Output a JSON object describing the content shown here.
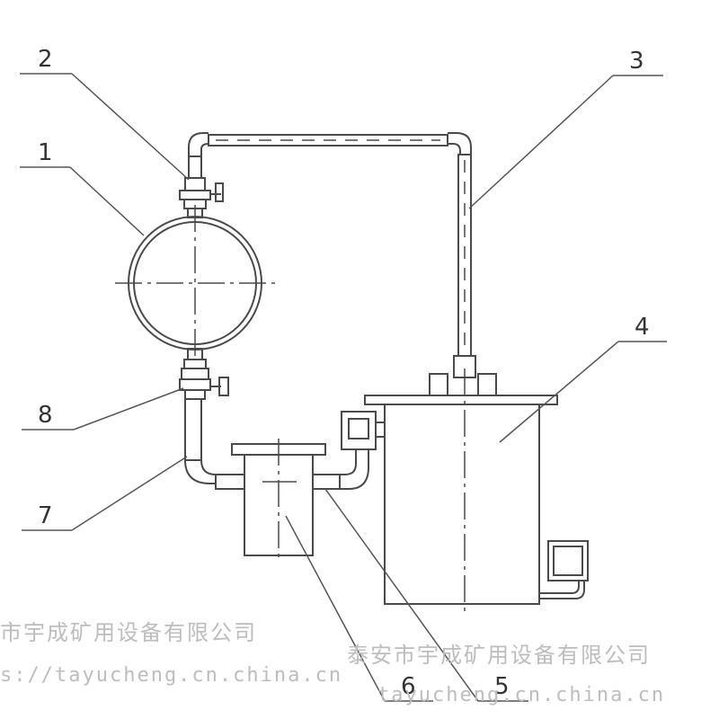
{
  "callouts": {
    "c1": "1",
    "c2": "2",
    "c3": "3",
    "c4": "4",
    "c5": "5",
    "c6": "6",
    "c7": "7",
    "c8": "8"
  },
  "watermark": {
    "line1_left": "市宇成矿用设备有限公司",
    "line2_left": "s://tayucheng.cn.china.cn",
    "line1_right": "泰安市宇成矿用设备有限公司",
    "line2_right": "tayucheng.cn.china.cn"
  },
  "colors": {
    "line": "#4a4a4a",
    "watermark": "#bdbdbd"
  }
}
